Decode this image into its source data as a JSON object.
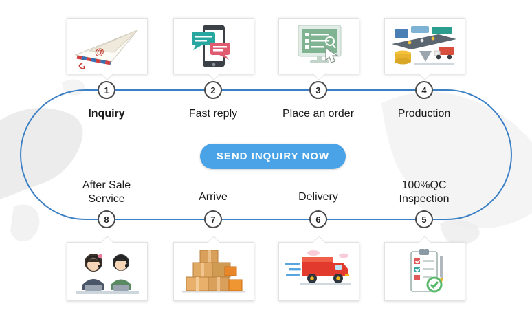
{
  "cta_button": {
    "label": "SEND INQUIRY NOW",
    "bg": "#49a3e6"
  },
  "steps": [
    {
      "num": "1",
      "label": "Inquiry",
      "icon": "airmail-paper-plane-icon"
    },
    {
      "num": "2",
      "label": "Fast reply",
      "icon": "phone-chat-icon"
    },
    {
      "num": "3",
      "label": "Place an order",
      "icon": "order-screen-icon"
    },
    {
      "num": "4",
      "label": "Production",
      "icon": "factory-line-icon"
    },
    {
      "num": "5",
      "label": "100%QC Inspection",
      "icon": "qc-checklist-icon"
    },
    {
      "num": "6",
      "label": "Delivery",
      "icon": "delivery-truck-icon"
    },
    {
      "num": "7",
      "label": "Arrive",
      "icon": "cargo-boxes-icon"
    },
    {
      "num": "8",
      "label": "After Sale Service",
      "icon": "support-team-icon"
    }
  ],
  "colors": {
    "loop_border": "#3b7fc4",
    "circle_border": "#4a4a4a",
    "icon_box_border": "#e2e2e2",
    "map_land": "#e6e6e6"
  }
}
